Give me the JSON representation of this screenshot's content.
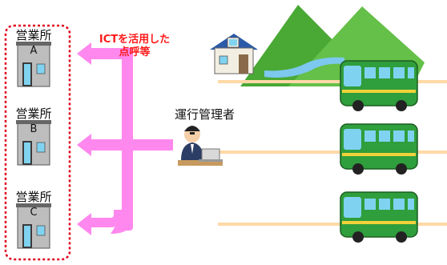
{
  "offices": [
    {
      "label": "営業所",
      "letter": "A"
    },
    {
      "label": "営業所",
      "letter": "B"
    },
    {
      "label": "営業所",
      "letter": "C"
    }
  ],
  "ict_label": {
    "line1": "ICTを活用した",
    "line2": "点呼等"
  },
  "manager_label": "運行管理者",
  "colors": {
    "arrow": "#ff88ee",
    "dashed_border": "#e0001a",
    "road": "#ffd9a6",
    "mountain": "#55b83c",
    "river": "#7cc8ef",
    "bus_body": "#2f9e3c",
    "bus_window": "#7fd3f0",
    "ict_text": "#ff1a1a"
  },
  "icons": [
    "office-building-icon",
    "house-icon",
    "mountain-icon",
    "river-icon",
    "bus-icon",
    "person-at-laptop-icon"
  ]
}
